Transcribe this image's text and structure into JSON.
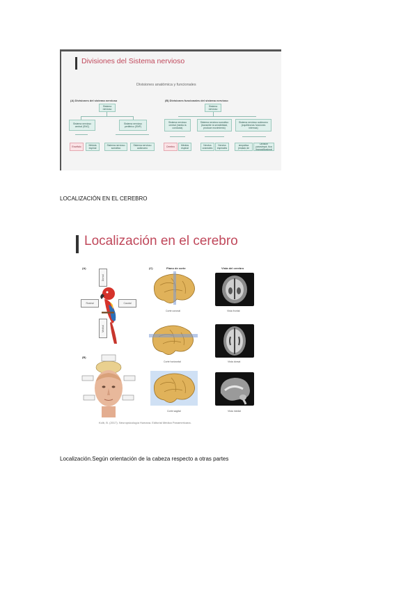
{
  "slide_divisiones": {
    "title": "Divisiones del Sistema nervioso",
    "subtitle": "Divisiones anatómica y funcionales",
    "section_a": "(A) Divisiones del sistema nervioso",
    "section_b": "(B) Divisiones funcionales del sistema nervioso",
    "a_root": "Sistema nervioso",
    "a_snc": "Sistema nervioso central (SNC)",
    "a_snp": "Sistema nervioso periférico (SNP)",
    "a_encefalo": "Encéfalo",
    "a_medula": "Médula espinal",
    "a_somatico": "Sistema nervioso somático",
    "a_autonomo": "Sistema nervioso autónomo",
    "b_root": "Sistema nervioso",
    "b_central": "Sistema nervioso central (media la conducta)",
    "b_somatico": "Sistema nervioso somático (transmite la sensibilidad, produce movimiento)",
    "b_autonomo": "Sistema nervioso autónomo (equilibra las funciones internas)",
    "b_cerebro": "Cerebro",
    "b_medula": "Médula espinal",
    "b_craneales": "Nervios craneales",
    "b_espinales": "Nervios espinales",
    "b_simpatica": "División simpática (estado de alerta)",
    "b_parasimpatica": "División parasimpá- tica (tranquilizadora)"
  },
  "heading_localizacion": "LOCALIZACIÓN EN EL CEREBRO",
  "slide_localizacion": {
    "title": "Localización en el cerebro",
    "label_a": "(A)",
    "label_b": "(B)",
    "label_c": "(C)",
    "col_plano": "Plano de corte",
    "col_vista": "Vista del cerebro",
    "arrow_dorsal": "Dorsal",
    "arrow_rostral": "Rostral",
    "arrow_caudal": "Caudal",
    "arrow_ventral": "Ventral",
    "cap_coronal": "Corte coronal",
    "cap_frontal": "Vista frontal",
    "cap_horizontal": "Corte horizontal",
    "cap_dorsal": "Vista dorsal",
    "cap_sagital": "Corte sagital",
    "cap_medial": "Vista medial",
    "credit": "Kolb, B. (2017). Neuropsicología Humana. Editorial Médica Panamericana."
  },
  "caption_bottom": "Localización.Según orientación de la cabeza respecto a otras partes"
}
